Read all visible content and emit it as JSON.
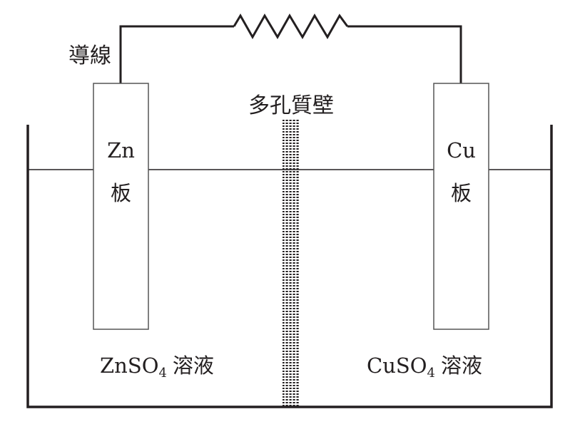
{
  "diagram": {
    "title": "Daniell cell (Zn–Cu galvanic cell with porous partition)",
    "labels": {
      "wire": "導線",
      "porous_wall": "多孔質壁",
      "zn_plate_symbol": "Zn",
      "zn_plate_word": "板",
      "cu_plate_symbol": "Cu",
      "cu_plate_word": "板",
      "zn_solution_formula": "ZnSO",
      "zn_solution_subscript": "4",
      "zn_solution_word": "溶液",
      "cu_solution_formula": "CuSO",
      "cu_solution_subscript": "4",
      "cu_solution_word": "溶液"
    },
    "components": [
      {
        "id": "wire",
        "kind": "conducting wire"
      },
      {
        "id": "resistor",
        "kind": "resistor",
        "zigzag_peaks": 5
      },
      {
        "id": "zn-electrode",
        "kind": "electrode",
        "material": "Zn"
      },
      {
        "id": "cu-electrode",
        "kind": "electrode",
        "material": "Cu"
      },
      {
        "id": "porous-partition",
        "kind": "porous wall"
      },
      {
        "id": "beaker",
        "kind": "container"
      },
      {
        "id": "zn-solution",
        "kind": "electrolyte",
        "substance": "ZnSO4"
      },
      {
        "id": "cu-solution",
        "kind": "electrolyte",
        "substance": "CuSO4"
      }
    ],
    "colors": {
      "ink": "#231f20",
      "plate_border": "#555555",
      "background": "#ffffff"
    }
  }
}
